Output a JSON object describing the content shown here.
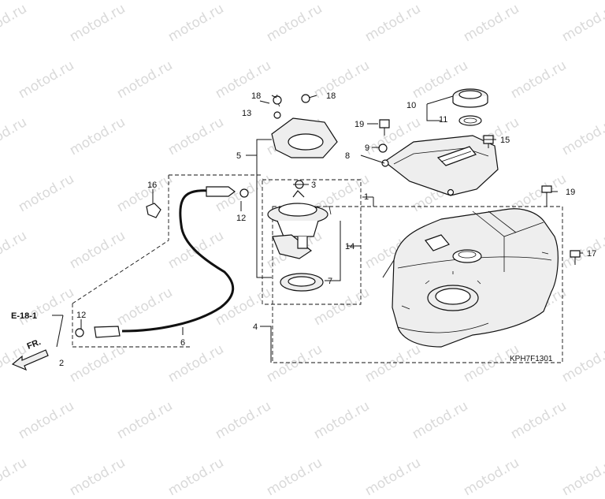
{
  "watermark": "motod.ru",
  "diagram_code": "KPH7F1301",
  "reference": "E-18-1",
  "direction_label": "FR.",
  "callouts": {
    "c1": "1",
    "c2": "2",
    "c3": "3",
    "c4": "4",
    "c5": "5",
    "c6": "6",
    "c7": "7",
    "c8": "8",
    "c9": "9",
    "c10": "10",
    "c11": "11",
    "c12a": "12",
    "c12b": "12",
    "c13": "13",
    "c14": "14",
    "c15": "15",
    "c16": "16",
    "c17": "17",
    "c18a": "18",
    "c18b": "18",
    "c19a": "19",
    "c19b": "19"
  }
}
